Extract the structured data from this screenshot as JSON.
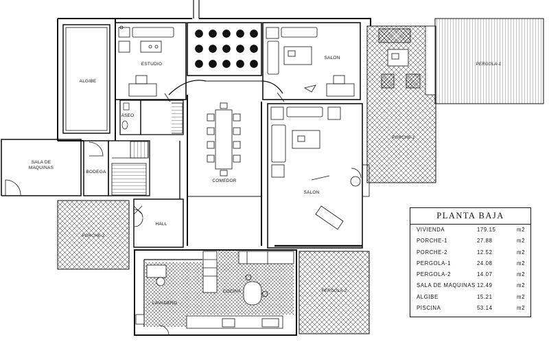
{
  "rooms": {
    "algibe": "ALGIBE",
    "estudio": "ESTUDIO",
    "aseo": "ASEO",
    "salon_top": "SALON",
    "salon_main": "SALON",
    "comedor": "COMEDOR",
    "sala_maquinas_line1": "SALA DE",
    "sala_maquinas_line2": "MAQUINAS",
    "bodega": "BODEGA",
    "hall": "HALL",
    "porche_2": "PORCHE-2",
    "porche_1": "PORCHE-1",
    "pergola_1": "PERGOLA-1",
    "pergola_2": "PERGOLA-2",
    "lavadero": "LAVADERO",
    "cocina": "COCINA"
  },
  "legend": {
    "title": "PLANTA BAJA",
    "unit": "m2",
    "rows": [
      {
        "name": "VIVIENDA",
        "value": "179.15"
      },
      {
        "name": "PORCHE-1",
        "value": "27.88"
      },
      {
        "name": "PORCHE-2",
        "value": "12.52"
      },
      {
        "name": "PERGOLA-1",
        "value": "24.08"
      },
      {
        "name": "PERGOLA-2",
        "value": "14.07"
      },
      {
        "name": "SALA DE MAQUINAS",
        "value": "12.49"
      },
      {
        "name": "ALGIBE",
        "value": "15.21"
      },
      {
        "name": "PISCINA",
        "value": "53.14"
      }
    ]
  }
}
